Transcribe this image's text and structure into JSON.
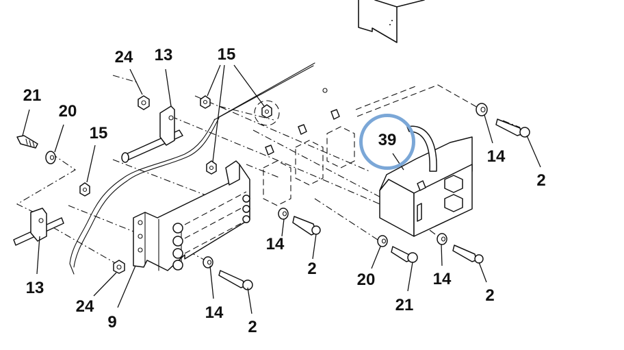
{
  "diagram": {
    "type": "exploded-parts-diagram",
    "highlight": {
      "part_number": "39",
      "color": "#7ba7d7"
    },
    "callouts": [
      {
        "id": "c-15-top",
        "label": "15"
      },
      {
        "id": "c-24-top",
        "label": "24"
      },
      {
        "id": "c-13-top",
        "label": "13"
      },
      {
        "id": "c-21-left",
        "label": "21"
      },
      {
        "id": "c-20-left",
        "label": "20"
      },
      {
        "id": "c-15-left",
        "label": "15"
      },
      {
        "id": "c-39",
        "label": "39"
      },
      {
        "id": "c-14-right",
        "label": "14"
      },
      {
        "id": "c-2-right",
        "label": "2"
      },
      {
        "id": "c-13-bottom",
        "label": "13"
      },
      {
        "id": "c-24-bottom",
        "label": "24"
      },
      {
        "id": "c-9",
        "label": "9"
      },
      {
        "id": "c-14-mid",
        "label": "14"
      },
      {
        "id": "c-2-mid",
        "label": "2"
      },
      {
        "id": "c-14-bottom",
        "label": "14"
      },
      {
        "id": "c-2-bottom",
        "label": "2"
      },
      {
        "id": "c-20-bottom",
        "label": "20"
      },
      {
        "id": "c-21-bottom",
        "label": "21"
      },
      {
        "id": "c-14-lower-right",
        "label": "14"
      },
      {
        "id": "c-2-lower-right",
        "label": "2"
      }
    ]
  }
}
